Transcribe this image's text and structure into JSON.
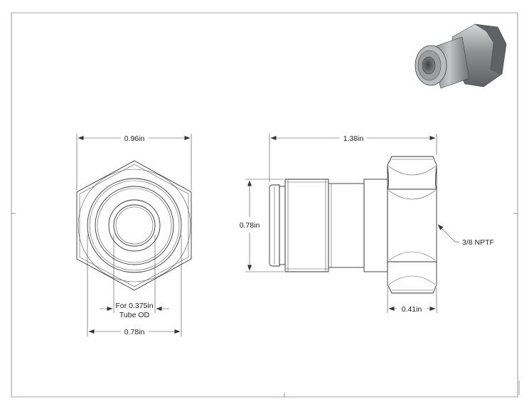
{
  "dimensions": {
    "front_width": "0.96in",
    "side_length": "1.38in",
    "side_height": "0.78in",
    "tube_label_line1": "For 0.375in",
    "tube_label_line2": "Tube OD",
    "front_body": "0.78in",
    "hex_length": "0.41in",
    "thread": "3/8 NPTF"
  },
  "colors": {
    "line": "#333333",
    "render_dark": "#6b6e70",
    "render_light": "#c9cbcc"
  }
}
